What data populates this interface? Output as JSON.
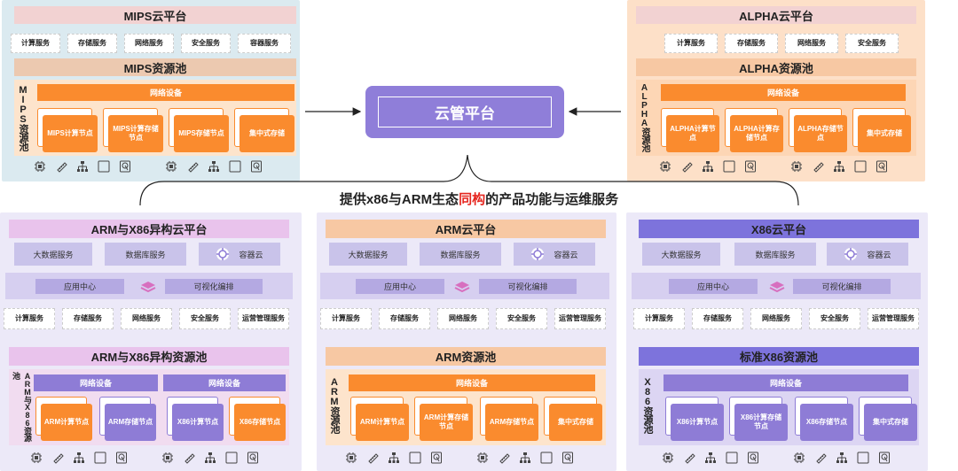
{
  "mips": {
    "title": "MIPS云平台",
    "services": [
      "计算服务",
      "存储服务",
      "网络服务",
      "安全服务",
      "容器服务"
    ],
    "pool": "MIPS资源池",
    "vlabel": "MIPS资源池",
    "network": "网络设备",
    "nodes": [
      "MIPS计算节点",
      "MIPS计算存储节点",
      "MIPS存储节点",
      "集中式存储"
    ]
  },
  "alpha": {
    "title": "ALPHA云平台",
    "services": [
      "计算服务",
      "存储服务",
      "网络服务",
      "安全服务"
    ],
    "pool": "ALPHA资源池",
    "vlabel": "ALPHA资源池",
    "network": "网络设备",
    "nodes": [
      "ALPHA计算节点",
      "ALPHA计算存储节点",
      "ALPHA存储节点",
      "集中式存储"
    ]
  },
  "center": {
    "title": "云管平台"
  },
  "headline": {
    "prefix": "提供x86与ARM生态",
    "highlight": "同构",
    "suffix": "的产品功能与运维服务"
  },
  "hetero": {
    "title": "ARM与X86异构云平台",
    "paas": [
      "大数据服务",
      "数据库服务",
      "容器云"
    ],
    "app_center": "应用中心",
    "visual": "可视化编排",
    "services": [
      "计算服务",
      "存储服务",
      "网络服务",
      "安全服务",
      "运营管理服务"
    ],
    "pool": "ARM与X86异构资源池",
    "vlabel": "ARM与X86资源池",
    "network1": "网络设备",
    "network2": "网络设备",
    "nodes": [
      "ARM计算节点",
      "ARM存储节点",
      "X86计算节点",
      "X86存储节点"
    ]
  },
  "arm": {
    "title": "ARM云平台",
    "paas": [
      "大数据服务",
      "数据库服务",
      "容器云"
    ],
    "app_center": "应用中心",
    "visual": "可视化编排",
    "services": [
      "计算服务",
      "存储服务",
      "网络服务",
      "安全服务",
      "运营管理服务"
    ],
    "pool": "ARM资源池",
    "vlabel": "ARM资源池",
    "network": "网络设备",
    "nodes": [
      "ARM计算节点",
      "ARM计算存储节点",
      "ARM存储节点",
      "集中式存储"
    ]
  },
  "x86": {
    "title": "X86云平台",
    "paas": [
      "大数据服务",
      "数据库服务",
      "容器云"
    ],
    "app_center": "应用中心",
    "visual": "可视化编排",
    "services": [
      "计算服务",
      "存储服务",
      "网络服务",
      "安全服务",
      "运营管理服务"
    ],
    "pool": "标准X86资源池",
    "vlabel": "X86资源池",
    "network": "网络设备",
    "nodes": [
      "X86计算节点",
      "X86计算存储节点",
      "X86存储节点",
      "集中式存储"
    ]
  },
  "colors": {
    "mips_bg": "#dbeaf0",
    "mips_title": "#f2d2d2",
    "orange": "#fa8b2e",
    "orange_dark": "#e8701a",
    "alpha_bg": "#fde0c8",
    "purple_bg": "#ece9f8",
    "purple": "#8e7cd6",
    "purple_light": "#c5bde9",
    "pink": "#e9c3ec",
    "x86_title": "#7d73dc",
    "red": "#e5261f"
  }
}
